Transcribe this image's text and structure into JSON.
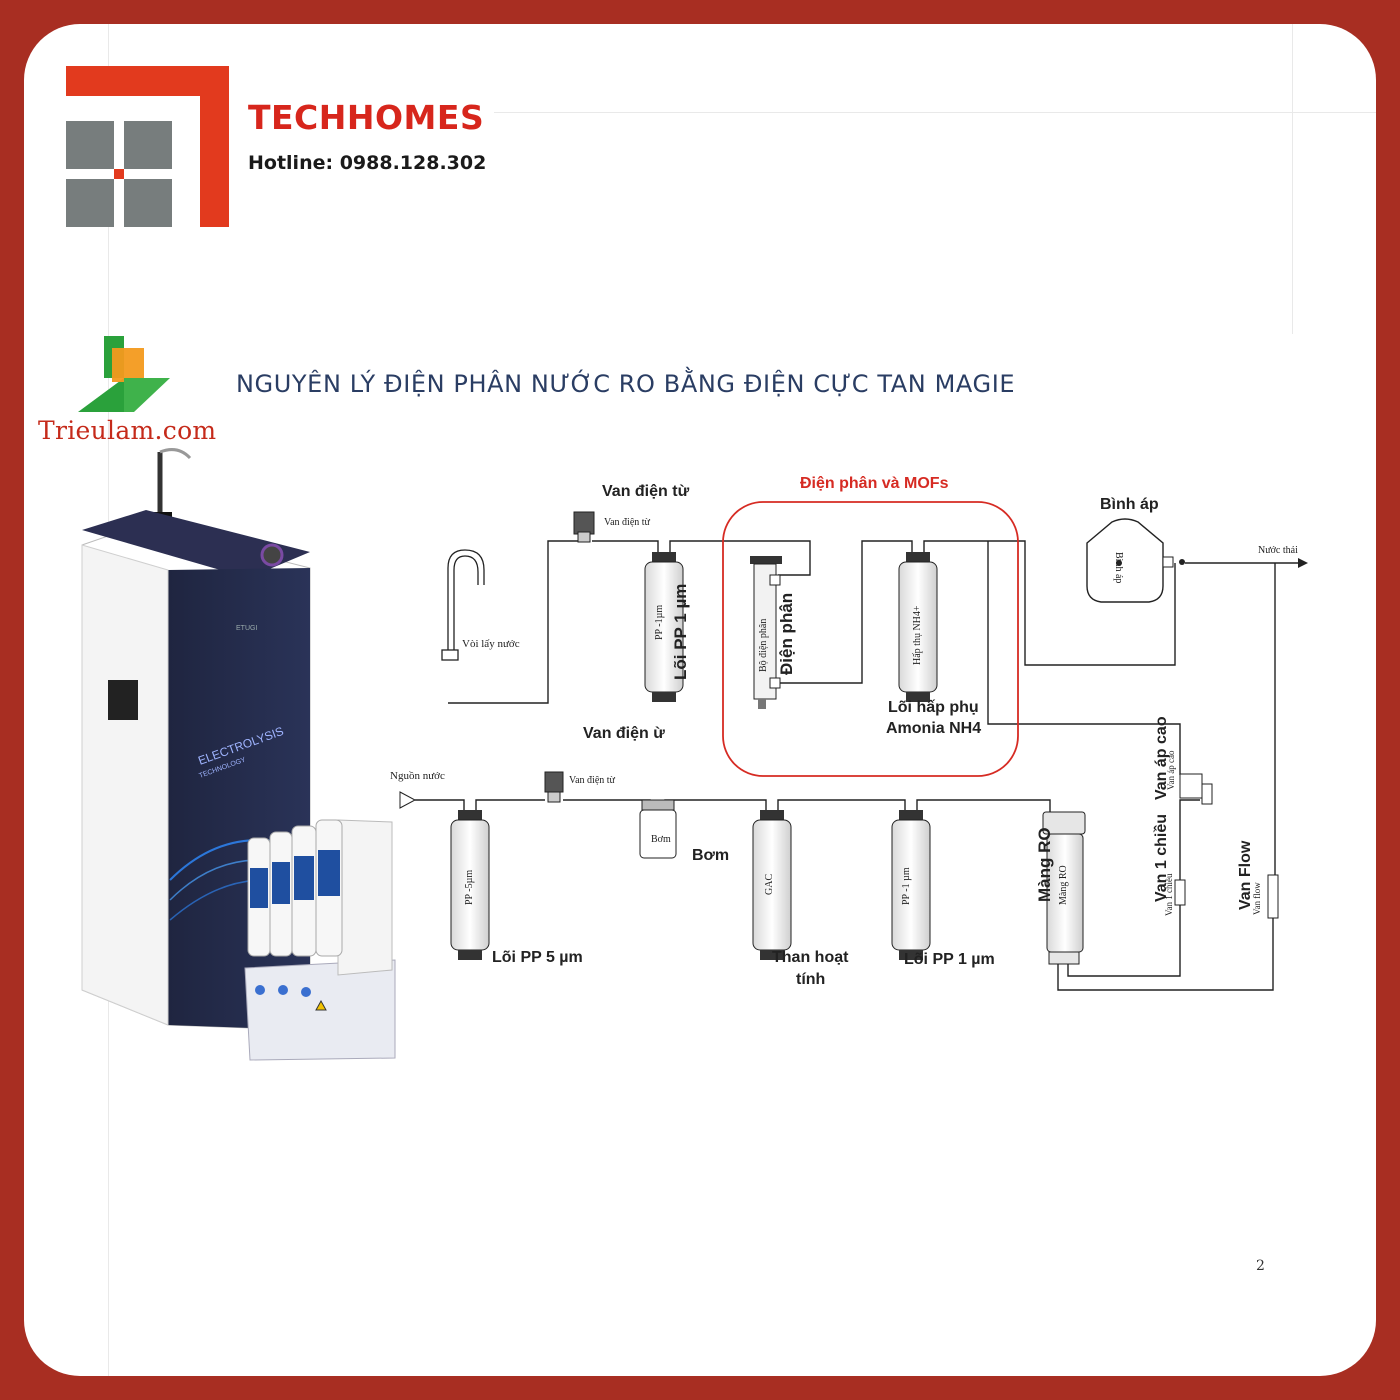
{
  "header": {
    "brand": "TECHHOMES",
    "hotline": "Hotline: 0988.128.302"
  },
  "watermark": {
    "site": "Trieulam.com"
  },
  "diagram": {
    "title": "NGUYÊN LÝ ĐIỆN PHÂN NƯỚC RO BẰNG ĐIỆN CỰC TAN MAGIE",
    "product_print": {
      "brand": "ETUGI",
      "line1": "ELECTROLYSIS",
      "line2": "TECHNOLOGY"
    },
    "labels": {
      "electrolysis_mofs": "Điện phân và MOFs",
      "valve_top": "Van điện từ",
      "valve_top_small": "Van điện từ",
      "valve_top_bottom": "Van điện ừ",
      "faucet": "Vòi lấy nước",
      "pp1_top_small": "PP -1µm",
      "pp1_top": "Lõi PP 1 µm",
      "electrolysis_small": "Bộ điện phân",
      "electrolysis": "Điện phân",
      "nh4_small": "Hấp thụ NH4+",
      "nh4_line1": "Lõi hấp phụ",
      "nh4_line2": "Amonia NH4",
      "tank": "Bình áp",
      "tank_small": "Bình áp",
      "waste": "Nước thải",
      "source": "Nguồn nước",
      "valve_bottom": "Van điện từ",
      "pump_small": "Bơm",
      "pump": "Bơm",
      "pp5_small": "PP -5µm",
      "pp5": "Lõi PP 5 µm",
      "gac_small": "GAC",
      "gac_line1": "Than hoạt",
      "gac_line2": "tính",
      "pp1_bottom_small": "PP -1 µm",
      "pp1_bottom": "Lõi PP 1 µm",
      "ro": "Màng RO",
      "ro_small": "Màng RO",
      "hp_valve": "Van áp cao",
      "hp_valve_small": "Van áp cao",
      "check_valve": "Van 1 chiều",
      "check_valve_small": "Van 1 chiều",
      "flow_valve": "Van Flow",
      "flow_valve_small": "Van flow"
    }
  },
  "footer": {
    "page_number": "2"
  },
  "colors": {
    "frame": "#a82e22",
    "brand_red": "#d7261c",
    "logo_grey": "#777d7d",
    "title_blue": "#2a3d63",
    "mofs_red": "#d62b23"
  }
}
